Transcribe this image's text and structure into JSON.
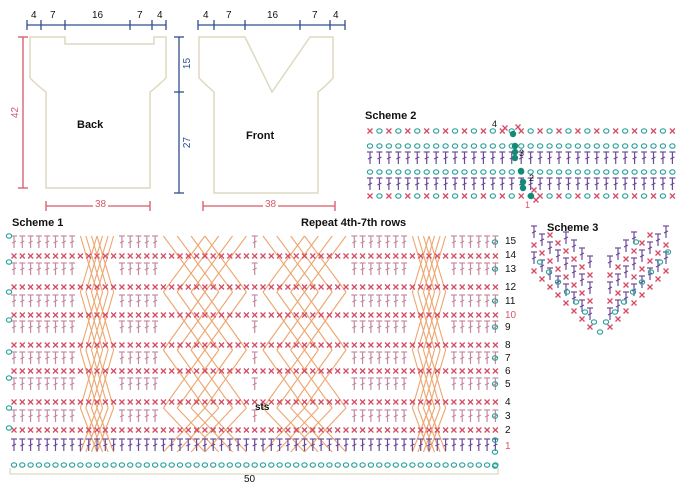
{
  "back": {
    "label": "Back",
    "top_widths": [
      "4",
      "7",
      "16",
      "7",
      "4"
    ],
    "height": "42",
    "width": "38"
  },
  "front": {
    "label": "Front",
    "top_widths": [
      "4",
      "7",
      "16",
      "7",
      "4"
    ],
    "upper_height": "15",
    "lower_height": "27",
    "width": "38"
  },
  "scheme1": {
    "title": "Scheme 1",
    "repeat_note": "Repeat 4th-7th rows",
    "center_label": "sts",
    "row_numbers": [
      "15",
      "14",
      "13",
      "12",
      "11",
      "10",
      "9",
      "8",
      "7",
      "6",
      "5",
      "4",
      "3",
      "2",
      "1"
    ],
    "bottom_count": "50"
  },
  "scheme2": {
    "title": "Scheme 2",
    "markers": [
      "4",
      "3",
      "2",
      "1"
    ]
  },
  "scheme3": {
    "title": "Scheme 3"
  },
  "colors": {
    "measure_blue": "#2f4f8f",
    "measure_red": "#d9586a",
    "outline": "#ded9bf",
    "dc_purple": "#6d4a99",
    "sc_red": "#d44d66",
    "chain_teal": "#2aa29a",
    "cross_orange": "#eda66f",
    "dark_teal": "#138a76"
  }
}
